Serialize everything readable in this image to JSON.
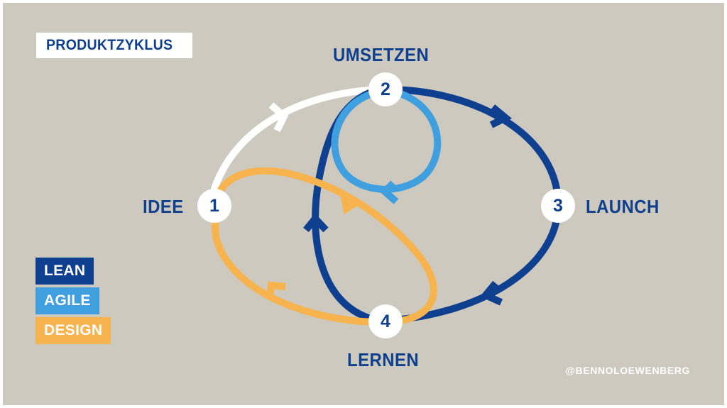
{
  "title": "PRODUKTZYKLUS",
  "stages": [
    {
      "number": "1",
      "label": "IDEE"
    },
    {
      "number": "2",
      "label": "UMSETZEN"
    },
    {
      "number": "3",
      "label": "LAUNCH"
    },
    {
      "number": "4",
      "label": "LERNEN"
    }
  ],
  "legend": [
    {
      "label": "LEAN",
      "color": "#0f3f8f"
    },
    {
      "label": "AGILE",
      "color": "#3f9fdf"
    },
    {
      "label": "DESIGN",
      "color": "#f7b34d"
    }
  ],
  "colors": {
    "lean": "#0f3f8f",
    "agile": "#3f9fdf",
    "design": "#f7b34d",
    "idea_path": "#ffffff",
    "background": "#cdc9bf"
  },
  "credit": "@BENNOLOEWENBERG"
}
